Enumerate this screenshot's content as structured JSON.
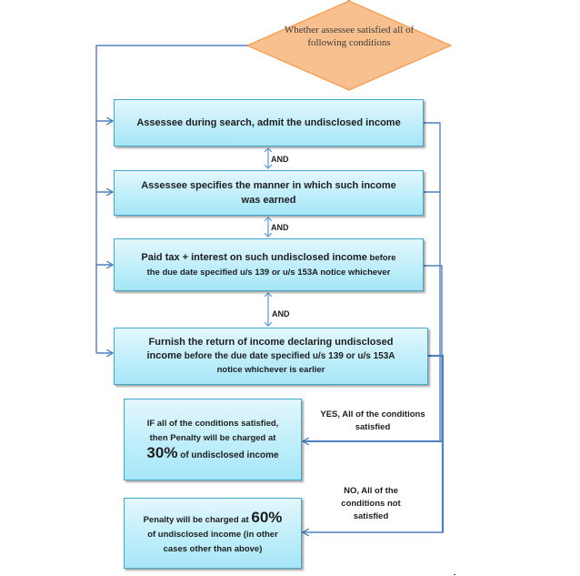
{
  "decision": {
    "text": "Whether assessee satisfied all of following conditions",
    "fill": "#f9c08f"
  },
  "conditions": [
    {
      "text": "Assessee during search, admit the undisclosed income"
    },
    {
      "text": "Assessee specifies the manner in which such income was earned"
    },
    {
      "text_main": "Paid tax + interest on such undisclosed income",
      "text_small_1": " before",
      "text_line2": "the due date specified u/s 139 or u/s 153A notice whichever"
    },
    {
      "text_main": "Furnish the return of income declaring undisclosed",
      "text_line2_main": "income",
      "text_line2_small": " before the due date specified u/s 139 or u/s 153A",
      "text_line3": "notice whichever is earlier"
    }
  ],
  "connectors": {
    "and_label": "AND"
  },
  "outcomes": {
    "yes": {
      "branch_label": "YES, All of the conditions satisfied",
      "line1": "IF all of the conditions satisfied,",
      "line2": "then  Penalty will be charged at",
      "rate": "30%",
      "line3_rest": " of undisclosed income"
    },
    "no": {
      "branch_label": "NO, All of the conditions not satisfied",
      "line1_pre": "Penalty will be charged at ",
      "rate": "60%",
      "line2": "of undisclosed income (in other",
      "line3": "cases other than above)"
    }
  },
  "colors": {
    "line": "#4f81bd",
    "box_border": "#3fa9c9",
    "diamond_border": "#f79646"
  }
}
